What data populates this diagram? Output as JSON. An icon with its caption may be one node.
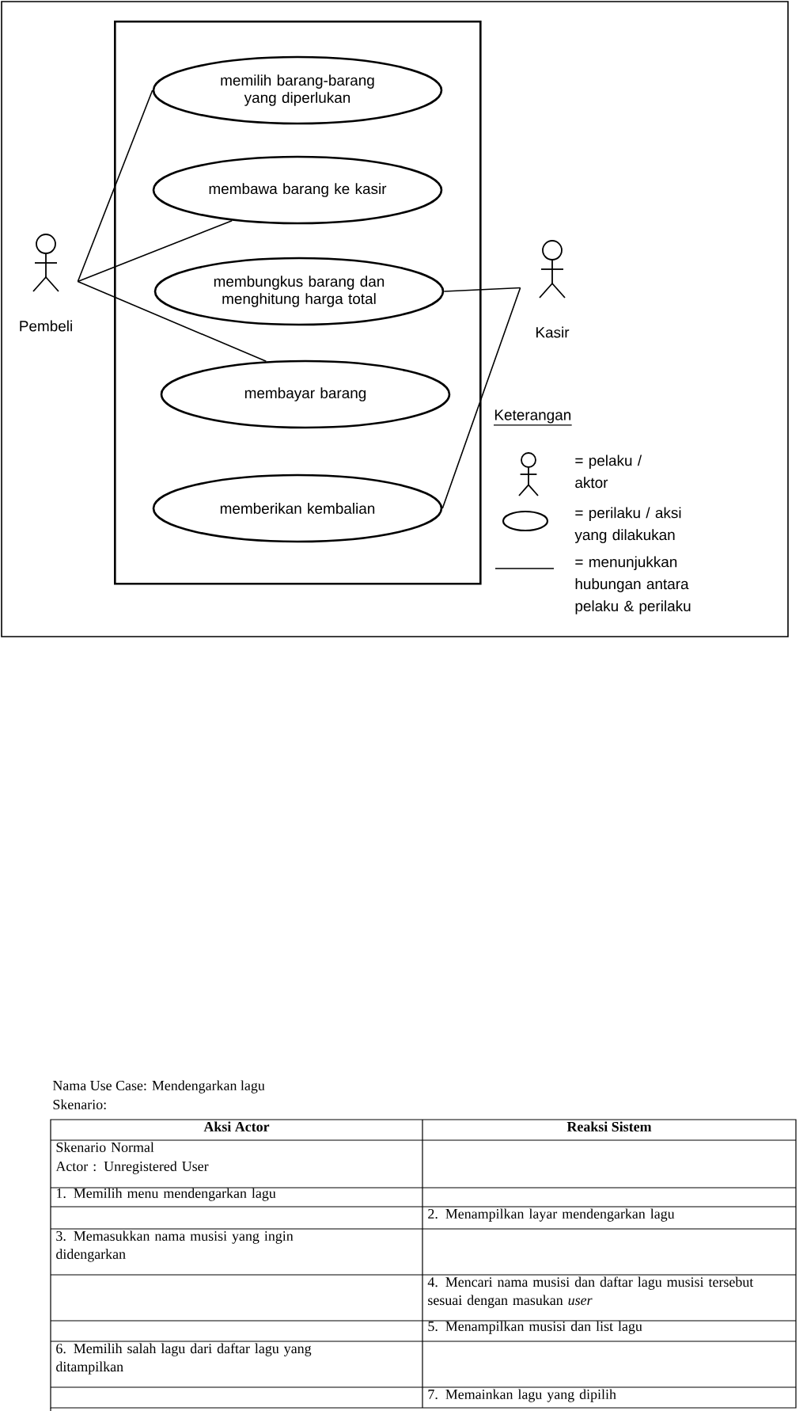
{
  "diagram": {
    "nodes": [
      {
        "text": [],
        "shape": "box"
      },
      {
        "text": [
          "memilih barang-barang yang diperlukan"
        ],
        "in": 0
      },
      {
        "text": [
          "membawa barang ke kasir"
        ],
        "in": 0
      },
      {
        "text": [
          "membungkus barang dan menghitung harga total"
        ],
        "in": 0
      },
      {
        "text": [
          "membayar barang"
        ],
        "in": 0
      },
      {
        "text": [
          "memberikan kembalian"
        ],
        "in": 0
      },
      {
        "text": [
          "Pembeli"
        ]
      },
      {
        "text": [
          "Kasir"
        ]
      }
    ],
    "edges": [
      {
        "from": 6,
        "to": 1,
        "arrow": "none"
      },
      {
        "from": 6,
        "to": 2,
        "arrow": "none"
      },
      {
        "from": 6,
        "to": 4,
        "arrow": "none"
      },
      {
        "from": 7,
        "to": 3,
        "arrow": "none"
      },
      {
        "from": 7,
        "to": 5,
        "arrow": "none"
      }
    ],
    "labels": [
      "Keterangan",
      "Nama Use Case: Mendengarkan lagu",
      "Skenario:",
      "Aksi Actor",
      "Reaksi Sistem",
      "Skenario Normal",
      "Actor : Unregistered User",
      "1. Memilih menu mendengarkan lagu",
      "2.  Menampilkan layar mendengarkan lagu",
      "3. Memasukkan nama musisi yang ingin didengarkan",
      "4. Mencari nama musisi dan daftar lagu musisi tersebut sesuai dengan masukan *user*",
      "5. Menampilkan musisi dan list lagu",
      "6. Memilih salah lagu dari daftar lagu yang ditampilkan",
      "7. Memainkan lagu yang dipilih"
    ],
    "legend": [
      {
        "text": "= pelaku / aktor"
      },
      {
        "text": "= perilaku / aksi yang dilakukan"
      },
      {
        "text": "= menunjukkan hubungan antara pelaku & perilaku"
      }
    ]
  }
}
